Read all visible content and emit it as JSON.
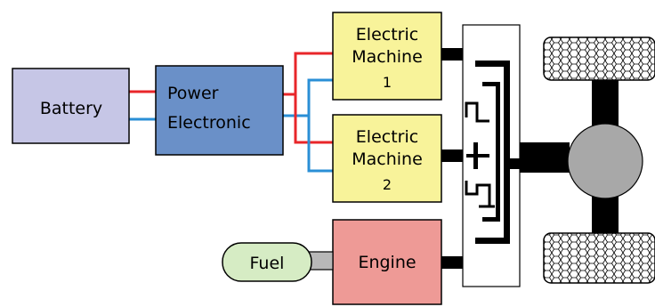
{
  "blocks": {
    "battery": {
      "label": "Battery"
    },
    "power_electronic": {
      "line1": "Power",
      "line2": "Electronic"
    },
    "electric_machine_1": {
      "line1": "Electric",
      "line2": "Machine",
      "number": "1"
    },
    "electric_machine_2": {
      "line1": "Electric",
      "line2": "Machine",
      "number": "2"
    },
    "engine": {
      "label": "Engine"
    },
    "fuel": {
      "label": "Fuel"
    }
  },
  "colors": {
    "battery": "#c6c6e6",
    "power_electronic": "#6a90c8",
    "electric_machine": "#f8f39a",
    "engine": "#ee9a96",
    "fuel": "#d6ecc4",
    "wire_positive": "#e8262a",
    "wire_negative": "#2a8fd6",
    "shaft": "#000000",
    "hub": "#a8a8a8",
    "coupling": "#b8b8b8"
  }
}
